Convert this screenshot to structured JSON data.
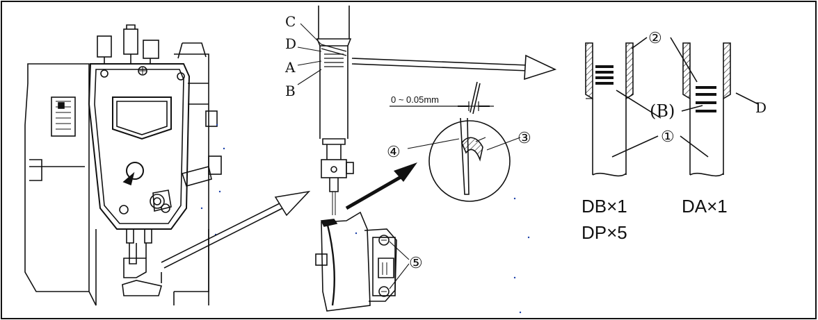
{
  "labels": {
    "C": "C",
    "D": "D",
    "A": "A",
    "B": "B",
    "gap": "0 ~ 0.05mm",
    "circled_1": "①",
    "circled_2": "②",
    "circled_3": "③",
    "circled_4": "④",
    "circled_5": "⑤",
    "paren_B": "(B)",
    "D_right": "D",
    "needle_left_line1": "DB×1",
    "needle_left_line2": "DP×5",
    "needle_right": "DA×1"
  }
}
